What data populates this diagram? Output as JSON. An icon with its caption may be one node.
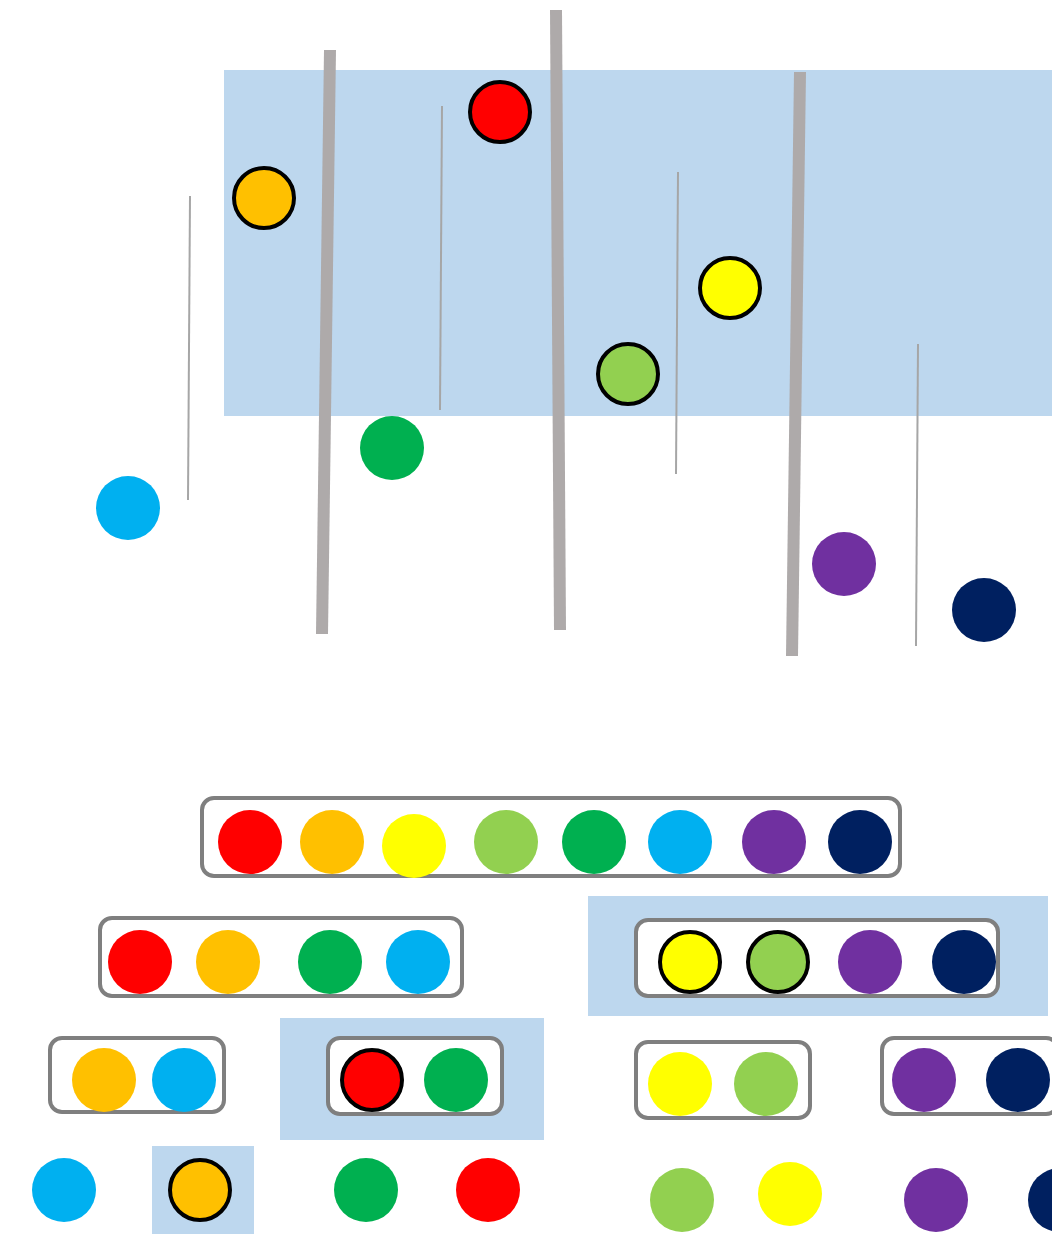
{
  "diagram": {
    "nodes": [
      {
        "text": [],
        "shape": "box"
      },
      {
        "text": [],
        "shape": "circle",
        "in": 0
      },
      {
        "text": [],
        "shape": "circle",
        "in": 0
      },
      {
        "text": [],
        "shape": "circle",
        "in": 0
      },
      {
        "text": [],
        "shape": "circle",
        "in": 0
      },
      {
        "text": [],
        "shape": "circle"
      },
      {
        "text": [],
        "shape": "circle"
      },
      {
        "text": [],
        "shape": "circle"
      },
      {
        "text": [],
        "shape": "circle"
      },
      {
        "text": [],
        "shape": "box"
      },
      {
        "text": [],
        "shape": "circle",
        "in": 9
      },
      {
        "text": [],
        "shape": "circle",
        "in": 9
      },
      {
        "text": [],
        "shape": "circle",
        "in": 9
      },
      {
        "text": [],
        "shape": "circle",
        "in": 9
      },
      {
        "text": [],
        "shape": "circle",
        "in": 9
      },
      {
        "text": [],
        "shape": "circle",
        "in": 9
      },
      {
        "text": [],
        "shape": "circle",
        "in": 9
      },
      {
        "text": [],
        "shape": "circle",
        "in": 9
      },
      {
        "text": [],
        "shape": "box"
      },
      {
        "text": [],
        "shape": "circle",
        "in": 18
      },
      {
        "text": [],
        "shape": "circle",
        "in": 18
      },
      {
        "text": [],
        "shape": "circle",
        "in": 18
      },
      {
        "text": [],
        "shape": "circle",
        "in": 18
      },
      {
        "text": [],
        "shape": "box"
      },
      {
        "text": [],
        "shape": "box",
        "in": 23
      },
      {
        "text": [],
        "shape": "circle",
        "in": 24
      },
      {
        "text": [],
        "shape": "circle",
        "in": 24
      },
      {
        "text": [],
        "shape": "circle",
        "in": 24
      },
      {
        "text": [],
        "shape": "circle",
        "in": 24
      },
      {
        "text": [],
        "shape": "box"
      },
      {
        "text": [],
        "shape": "circle",
        "in": 29
      },
      {
        "text": [],
        "shape": "circle",
        "in": 29
      },
      {
        "text": [],
        "shape": "box"
      },
      {
        "text": [],
        "shape": "box",
        "in": 32
      },
      {
        "text": [],
        "shape": "circle",
        "in": 33
      },
      {
        "text": [],
        "shape": "circle",
        "in": 33
      },
      {
        "text": [],
        "shape": "box"
      },
      {
        "text": [],
        "shape": "circle",
        "in": 36
      },
      {
        "text": [],
        "shape": "circle",
        "in": 36
      },
      {
        "text": [],
        "shape": "box"
      },
      {
        "text": [],
        "shape": "circle",
        "in": 39
      },
      {
        "text": [],
        "shape": "circle",
        "in": 39
      },
      {
        "text": [],
        "shape": "circle"
      },
      {
        "text": [],
        "shape": "box"
      },
      {
        "text": [],
        "shape": "circle",
        "in": 43
      },
      {
        "text": [],
        "shape": "circle"
      },
      {
        "text": [],
        "shape": "circle"
      },
      {
        "text": [],
        "shape": "circle"
      },
      {
        "text": [],
        "shape": "circle"
      },
      {
        "text": [],
        "shape": "circle"
      },
      {
        "text": [],
        "shape": "circle"
      }
    ]
  }
}
